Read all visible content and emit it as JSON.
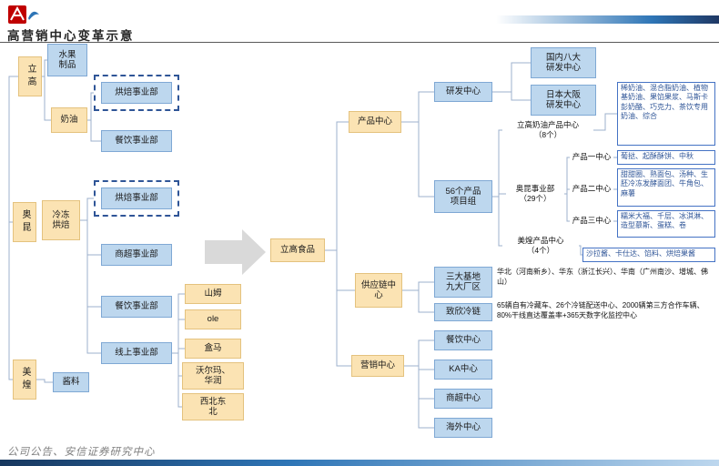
{
  "header": {
    "title": "高营销中心变革示意"
  },
  "footer": {
    "source": "公司公告、安信证券研究中心"
  },
  "colors": {
    "yellow_fill": "#FBE3B3",
    "blue_fill": "#BDD7EE",
    "dashed_border": "#2F5597",
    "annotation_blue": "#2F5597",
    "connector": "#9DB0CC",
    "arrow_gray": "#D9D9D9"
  },
  "before": {
    "ligao": "立高",
    "fruit_products": "水果\n制品",
    "cream": "奶油",
    "ligao_baking_dept": "烘焙事业部",
    "ligao_catering_dept": "餐饮事业部",
    "aokun": "奥昆",
    "frozen_baking": "冷冻\n烘焙",
    "aokun_baking_dept": "烘焙事业部",
    "supermarket_dept": "商超事业部",
    "aokun_catering_dept": "餐饮事业部",
    "online_dept": "线上事业部",
    "sam": "山姆",
    "ole": "ole",
    "hema": "盒马",
    "walmart_huarun": "沃尔玛、\n华润",
    "northwest_northeast": "西北东\n北",
    "meihuang": "美煌",
    "sauce": "酱料"
  },
  "after": {
    "ligao_food": "立高食品",
    "product_center": "产品中心",
    "rd_center": "研发中心",
    "domestic_rd": "国内八大\n研发中心",
    "japan_rd": "日本大阪\n研发中心",
    "product_groups": "56个产品\n项目组",
    "ligao_cream_center": "立高奶油产品中心\n（8个）",
    "ligao_cream_items": "稀奶油、混合脂奶油、植物基奶油、果馅果浆、马斯卡彭奶酪、巧克力、茶饮专用奶油、综合",
    "aokun_dept": "奥昆事业部\n（29个）",
    "product1_center": "产品一中心",
    "product1_items": "葡挞、起酥酥饼、中秋",
    "product2_center": "产品二中心",
    "product2_items": "甜甜圈、熟面包、汤种、生胚冷冻发酵面团、牛角包、麻薯",
    "product3_center": "产品三中心",
    "product3_items": "糯米大福、千层、冰淇淋、造型慕斯、蛋糕、卷",
    "meihuang_center": "美煌产品中心\n（4个）",
    "meihuang_items": "沙拉酱、卡仕达、馅料、烘焙果酱",
    "supply_center": "供应链中\n心",
    "bases": "三大基地\n九大厂区",
    "bases_detail": "华北（河南新乡）、华东（浙江长兴）、华南（广州南沙、增城、佛山）",
    "coldchain": "致欣冷链",
    "coldchain_detail": "65辆自有冷藏车、26个冷链配送中心、2000辆第三方合作车辆、80%干线直达覆盖率+365天数字化监控中心",
    "marketing_center": "营销中心",
    "catering_center": "餐饮中心",
    "ka_center": "KA中心",
    "supermarket_center": "商超中心",
    "overseas_center": "海外中心"
  }
}
